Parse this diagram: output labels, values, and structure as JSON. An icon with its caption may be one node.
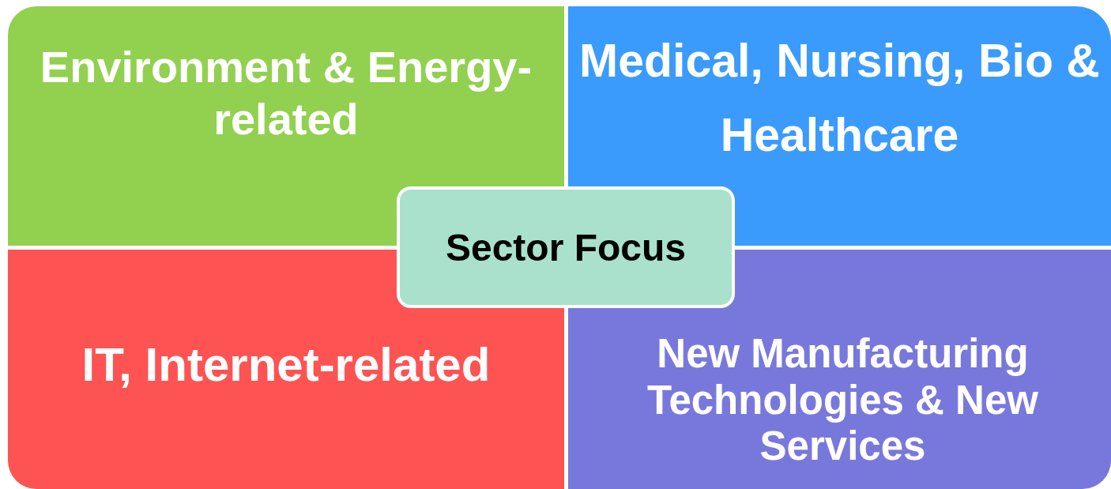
{
  "diagram": {
    "nodes": [
      {
        "text": [
          "Environment & Energy-related"
        ]
      },
      {
        "text": [
          "Medical, Nursing, Bio & Healthcare"
        ]
      },
      {
        "text": [
          "IT, Internet-related"
        ]
      },
      {
        "text": [
          "New Manufacturing Technologies & New Services"
        ]
      },
      {
        "text": [
          "Sector Focus"
        ]
      }
    ]
  }
}
